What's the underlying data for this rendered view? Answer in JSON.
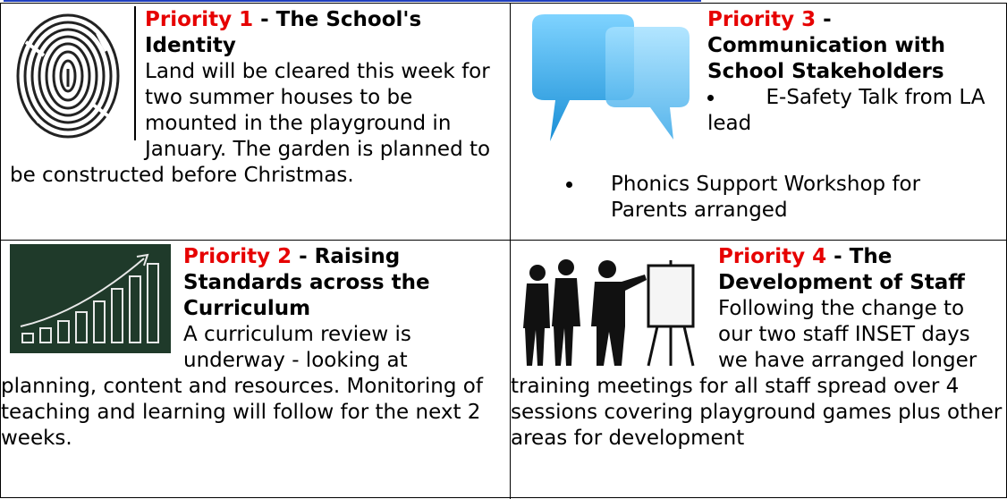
{
  "cells": [
    {
      "label": "Priority 1",
      "title": " - The School's Identity",
      "body": "Land will be cleared this week for two summer houses to be mounted in the playground in January.  The garden is planned to be constructed before Christmas.",
      "image_icon": "fingerprint-icon"
    },
    {
      "label": "Priority 3",
      "title": " - Communication with School Stakeholders",
      "bullets": [
        "E-Safety Talk from LA lead",
        "Phonics Support Workshop for Parents arranged"
      ],
      "image_icon": "speech-bubbles-icon"
    },
    {
      "label": "Priority 2",
      "title": " - Raising Standards across the Curriculum",
      "body": "A curriculum review is underway - looking at planning, content and resources.  Monitoring of teaching and learning will follow for the next 2 weeks.",
      "image_icon": "chalkboard-growth-chart-icon"
    },
    {
      "label": "Priority 4",
      "title": " - The Development of Staff",
      "body": "Following the change to our two staff INSET days we have arranged longer training meetings for all staff spread over 4 sessions covering playground games plus other areas for development",
      "image_icon": "presentation-silhouettes-icon"
    }
  ],
  "colors": {
    "priority_label": "#e60000",
    "border": "#000000",
    "top_rule": "#1f3fbf"
  }
}
